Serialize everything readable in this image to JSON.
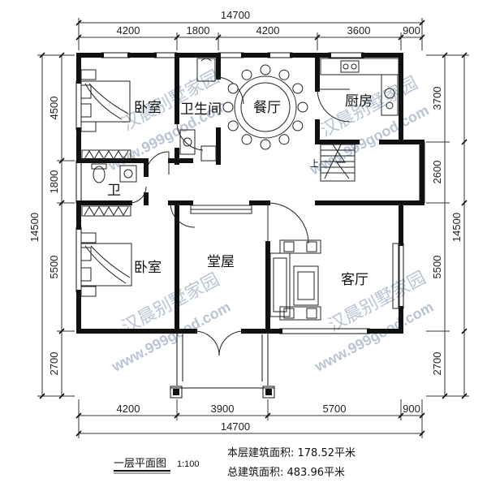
{
  "plan": {
    "dims_top": [
      "4200",
      "1800",
      "4200",
      "3600",
      "900"
    ],
    "dims_top_total": "14700",
    "dims_bottom": [
      "4200",
      "3900",
      "5700",
      "900"
    ],
    "dims_bottom_total": "14700",
    "dims_left": [
      "4500",
      "1800",
      "5500",
      "2700"
    ],
    "dims_left_total": "14500",
    "dims_right": [
      "3700",
      "2600",
      "5500",
      "2700"
    ],
    "dims_right_total": "14500",
    "rooms": {
      "bedroom_top": "卧室",
      "bathroom": "卫生间",
      "dining": "餐厅",
      "kitchen": "厨房",
      "wc": "卫",
      "bedroom_bottom": "卧室",
      "hall": "堂屋",
      "living": "客厅"
    },
    "stair_label": "上",
    "watermark": {
      "name": "汉晨别墅家园",
      "url": "www.999good.com"
    },
    "caption": {
      "title": "一层平面图",
      "scale": "1:100",
      "floor_area": "本层建筑面积: 178.52平米",
      "total_area": "总建筑面积: 483.96平米"
    }
  }
}
